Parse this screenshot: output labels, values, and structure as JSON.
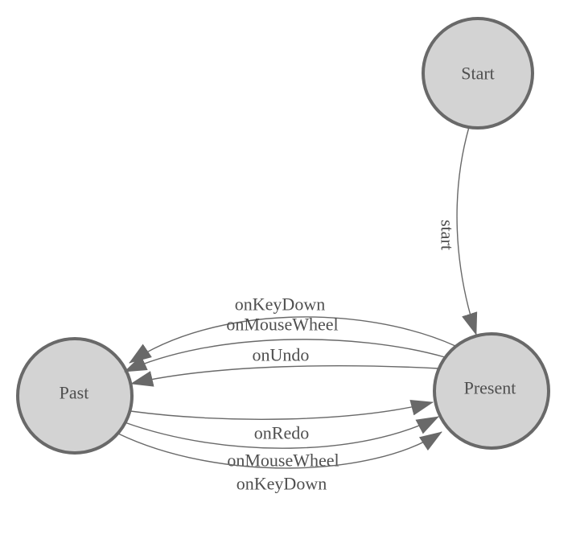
{
  "diagram": {
    "type": "state-machine",
    "colors": {
      "background": "#ffffff",
      "node_fill": "#d3d3d3",
      "node_border": "#696969",
      "edge_line": "#696969",
      "arrow_fill": "#696969",
      "label_text": "#4f4f4f"
    },
    "nodes": [
      {
        "id": "start",
        "label": "Start"
      },
      {
        "id": "present",
        "label": "Present"
      },
      {
        "id": "past",
        "label": "Past"
      }
    ],
    "edges": [
      {
        "from": "start",
        "to": "present",
        "label": "start"
      },
      {
        "from": "present",
        "to": "past",
        "label": "onKeyDown"
      },
      {
        "from": "present",
        "to": "past",
        "label": "onMouseWheel"
      },
      {
        "from": "present",
        "to": "past",
        "label": "onUndo"
      },
      {
        "from": "past",
        "to": "present",
        "label": "onRedo"
      },
      {
        "from": "past",
        "to": "present",
        "label": "onMouseWheel"
      },
      {
        "from": "past",
        "to": "present",
        "label": "onKeyDown"
      }
    ]
  }
}
